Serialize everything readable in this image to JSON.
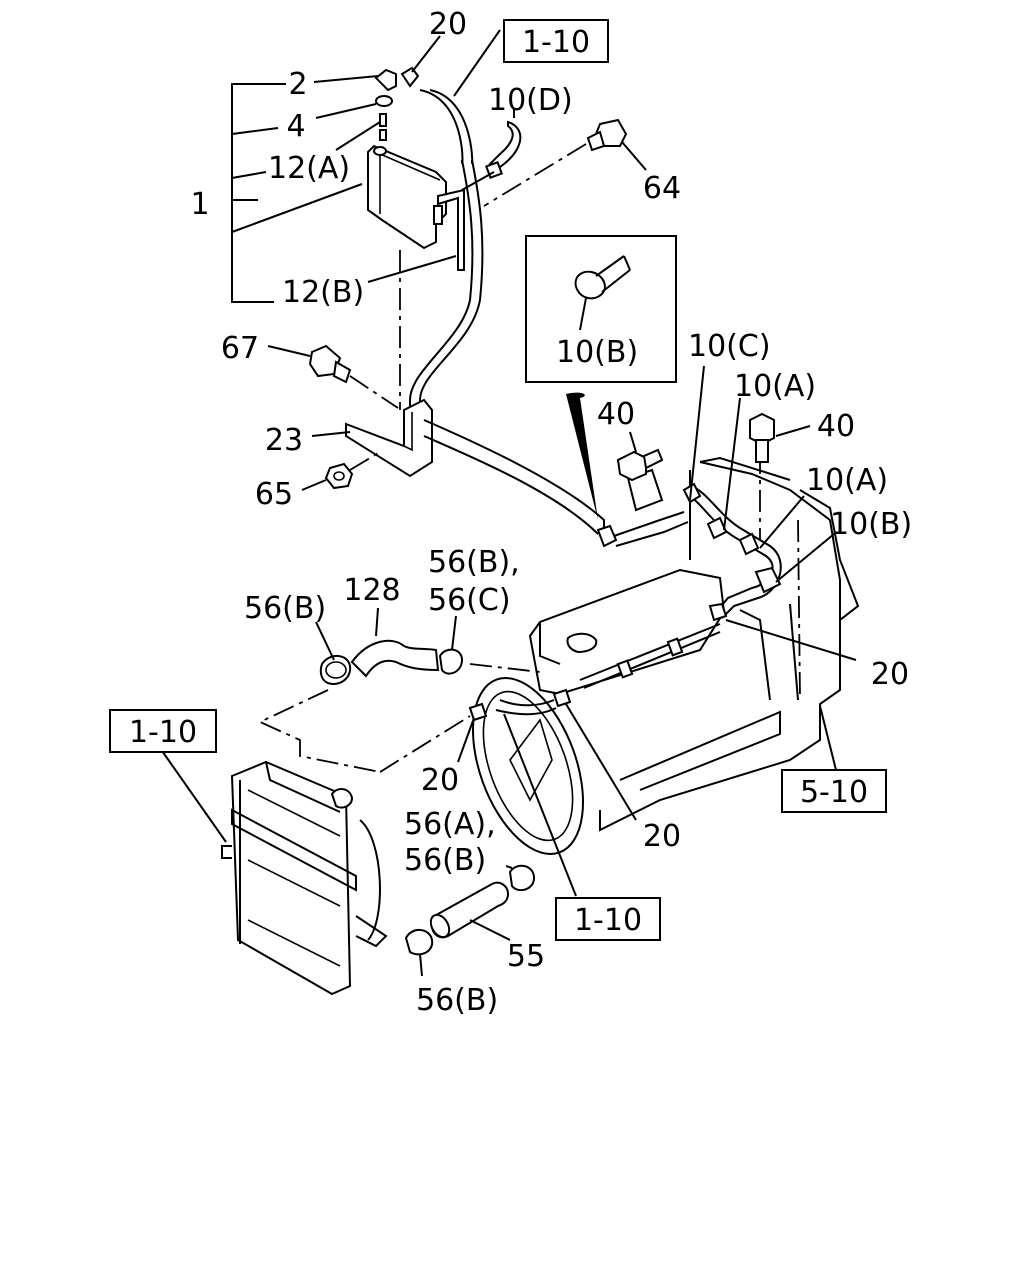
{
  "labels": {
    "l1": "1",
    "l2": "2",
    "l4": "4",
    "l12a": "12(A)",
    "l12b": "12(B)",
    "l20_top": "20",
    "l10d": "10(D)",
    "l64": "64",
    "l67": "67",
    "l23": "23",
    "l65": "65",
    "l10b_inset": "10(B)",
    "l10c": "10(C)",
    "l10a_1": "10(A)",
    "l40_left": "40",
    "l40_right": "40",
    "l10a_2": "10(A)",
    "l10b_right": "10(B)",
    "l20_right": "20",
    "l56bc_1": "56(B),",
    "l56bc_2": "56(C)",
    "l128": "128",
    "l56b_left": "56(B)",
    "l20_mid": "20",
    "l20_fan": "20",
    "l56ab_1": "56(A),",
    "l56ab_2": "56(B)",
    "l55": "55",
    "l56b_bottom": "56(B)"
  },
  "references": {
    "ref_top": "1-10",
    "ref_left": "1-10",
    "ref_bottom": "1-10",
    "ref_engine": "5-10"
  }
}
